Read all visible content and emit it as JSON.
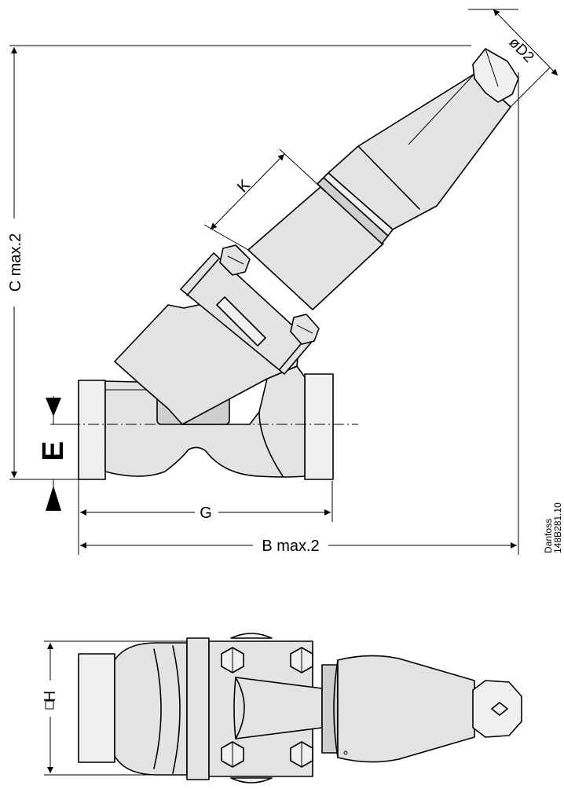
{
  "labels": {
    "d2": "øD2",
    "k": "K",
    "c_max": "C max.2",
    "e": "E",
    "g": "G",
    "b_max": "B max.2",
    "h": "H"
  },
  "footer": {
    "brand": "Danfoss",
    "code": "148B281.10"
  },
  "colors": {
    "line": "#000000",
    "fill": "#e3e3e3",
    "fill_dark": "#cfcfcf"
  }
}
